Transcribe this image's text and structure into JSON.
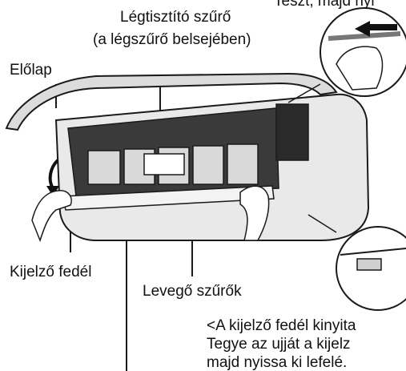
{
  "labels": {
    "top_clip": "Teszt, majd nyi",
    "air_purifier_line1": "Légtisztító szűrő",
    "air_purifier_line2": "(a légszűrő belsejében)",
    "front_panel": "Előlap",
    "display_cover": "Kijelző fedél",
    "air_filters": "Levegő szűrők",
    "note_line1": "<A kijelző fedél kinyita",
    "note_line2": "Tegye az ujját a kijelz",
    "note_line3": "majd nyissa ki lefelé."
  },
  "colors": {
    "line": "#1a1a1a",
    "body_fill": "#e9e9e9",
    "dark_fill": "#3a3a3a",
    "panel_fill": "#dcdcdc"
  },
  "icons": [
    "push-arrow-icon",
    "down-arrow-icon",
    "hand-icon",
    "zoom-circle"
  ]
}
